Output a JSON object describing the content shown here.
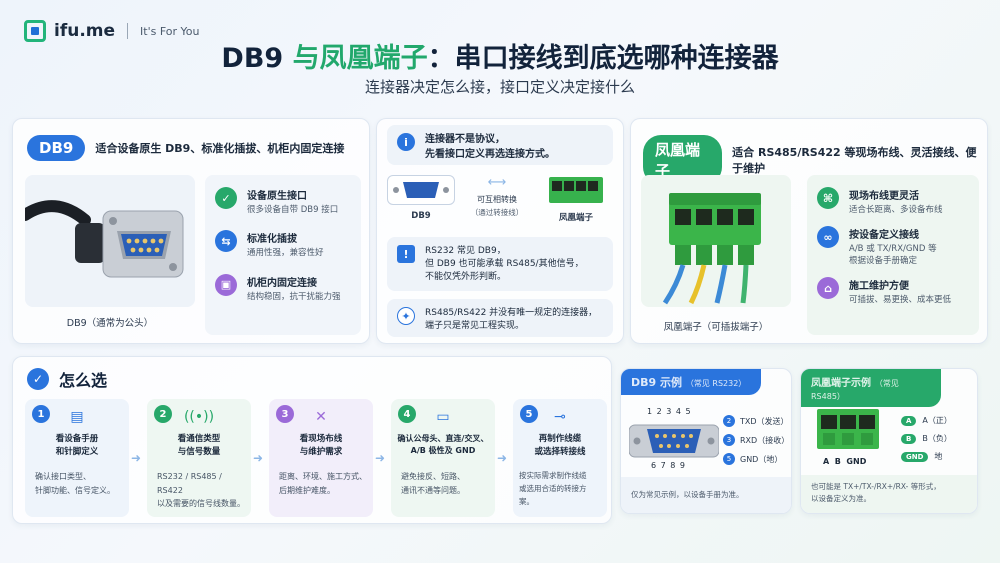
{
  "brand": {
    "name": "ifu.me",
    "tagline": "It's For You"
  },
  "title": {
    "part1": "DB9",
    "part2": "与凤凰端子",
    "part3": "：串口接线到底选哪种连接器"
  },
  "subtitle": "连接器决定怎么接，接口定义决定接什么",
  "db9_card": {
    "pill": "DB9",
    "heading": "适合设备原生 DB9、标准化插拔、机柜内固定连接",
    "caption": "DB9（通常为公头）",
    "features": [
      {
        "title": "设备原生接口",
        "desc": "很多设备自带 DB9 接口",
        "icon": "check-icon"
      },
      {
        "title": "标准化插拔",
        "desc": "通用性强，兼容性好",
        "icon": "plug-icon"
      },
      {
        "title": "机柜内固定连接",
        "desc": "结构稳固，抗干扰能力强",
        "icon": "cabinet-icon"
      }
    ]
  },
  "middle_card": {
    "top_note": [
      "连接器不是协议，",
      "先看接口定义再选连接方式。"
    ],
    "db9_label": "DB9",
    "convert_label1": "可互相转换",
    "convert_label2": "（通过转接线）",
    "phoenix_label": "凤凰端子",
    "warn_note": [
      "RS232 常见 DB9，",
      "但 DB9 也可能承载 RS485/其他信号，",
      "不能仅凭外形判断。"
    ],
    "tip_note": [
      "RS485/RS422 并没有唯一规定的连接器，",
      "端子只是常见工程实现。"
    ]
  },
  "phoenix_card": {
    "pill": "凤凰端子",
    "heading": "适合 RS485/RS422 等现场布线、灵活接线、便于维护",
    "caption": "凤凰端子（可插拔端子）",
    "features": [
      {
        "title": "现场布线更灵活",
        "desc": "适合长距离、多设备布线",
        "icon": "wiring-icon"
      },
      {
        "title": "按设备定义接线",
        "desc": "A/B 或 TX/RX/GND 等\n根据设备手册确定",
        "icon": "link-icon"
      },
      {
        "title": "施工维护方便",
        "desc": "可插拔、易更换、成本更低",
        "icon": "home-tool-icon"
      }
    ]
  },
  "how_to": {
    "title": "怎么选",
    "steps": [
      {
        "num": "1",
        "title": "看设备手册\n和针脚定义",
        "desc": "确认接口类型、\n针脚功能、信号定义。",
        "icon": "document-icon"
      },
      {
        "num": "2",
        "title": "看通信类型\n与信号数量",
        "desc": "RS232 / RS485 / RS422\n以及需要的信号线数量。",
        "icon": "signal-icon"
      },
      {
        "num": "3",
        "title": "看现场布线\n与维护需求",
        "desc": "距离、环境、施工方式、\n后期维护难度。",
        "icon": "tools-icon"
      },
      {
        "num": "4",
        "title": "确认公母头、直连/交叉、\nA/B 极性及 GND",
        "desc": "避免接反、短路、\n通讯不通等问题。",
        "icon": "connector-icon"
      },
      {
        "num": "5",
        "title": "再制作线缆\n或选择转接线",
        "desc": "按实际需求制作线缆\n或选用合适的转接方案。",
        "icon": "cable-icon"
      }
    ]
  },
  "db9_sample": {
    "title": "DB9 示例",
    "sub": "（常见 RS232）",
    "top_pins": "1 2 3 4 5",
    "bottom_pins": "6 7 8 9",
    "signals": [
      {
        "pin": "2",
        "label": "TXD（发送）"
      },
      {
        "pin": "3",
        "label": "RXD（接收）"
      },
      {
        "pin": "5",
        "label": "GND（地）"
      }
    ],
    "note": "仅为常见示例，以设备手册为准。"
  },
  "phoenix_sample": {
    "title": "凤凰端子示例",
    "sub": "（常见 RS485）",
    "terminals": "A  B  GND",
    "signals": [
      {
        "tag": "A",
        "label": "A（正）"
      },
      {
        "tag": "B",
        "label": "B（负）"
      },
      {
        "tag": "GND",
        "label": "地"
      }
    ],
    "note": [
      "也可能是 TX+/TX-/RX+/RX- 等形式，",
      "以设备定义为准。"
    ]
  },
  "colors": {
    "blue": "#2a74dd",
    "green": "#27a86a",
    "purple": "#9b6ad8"
  }
}
